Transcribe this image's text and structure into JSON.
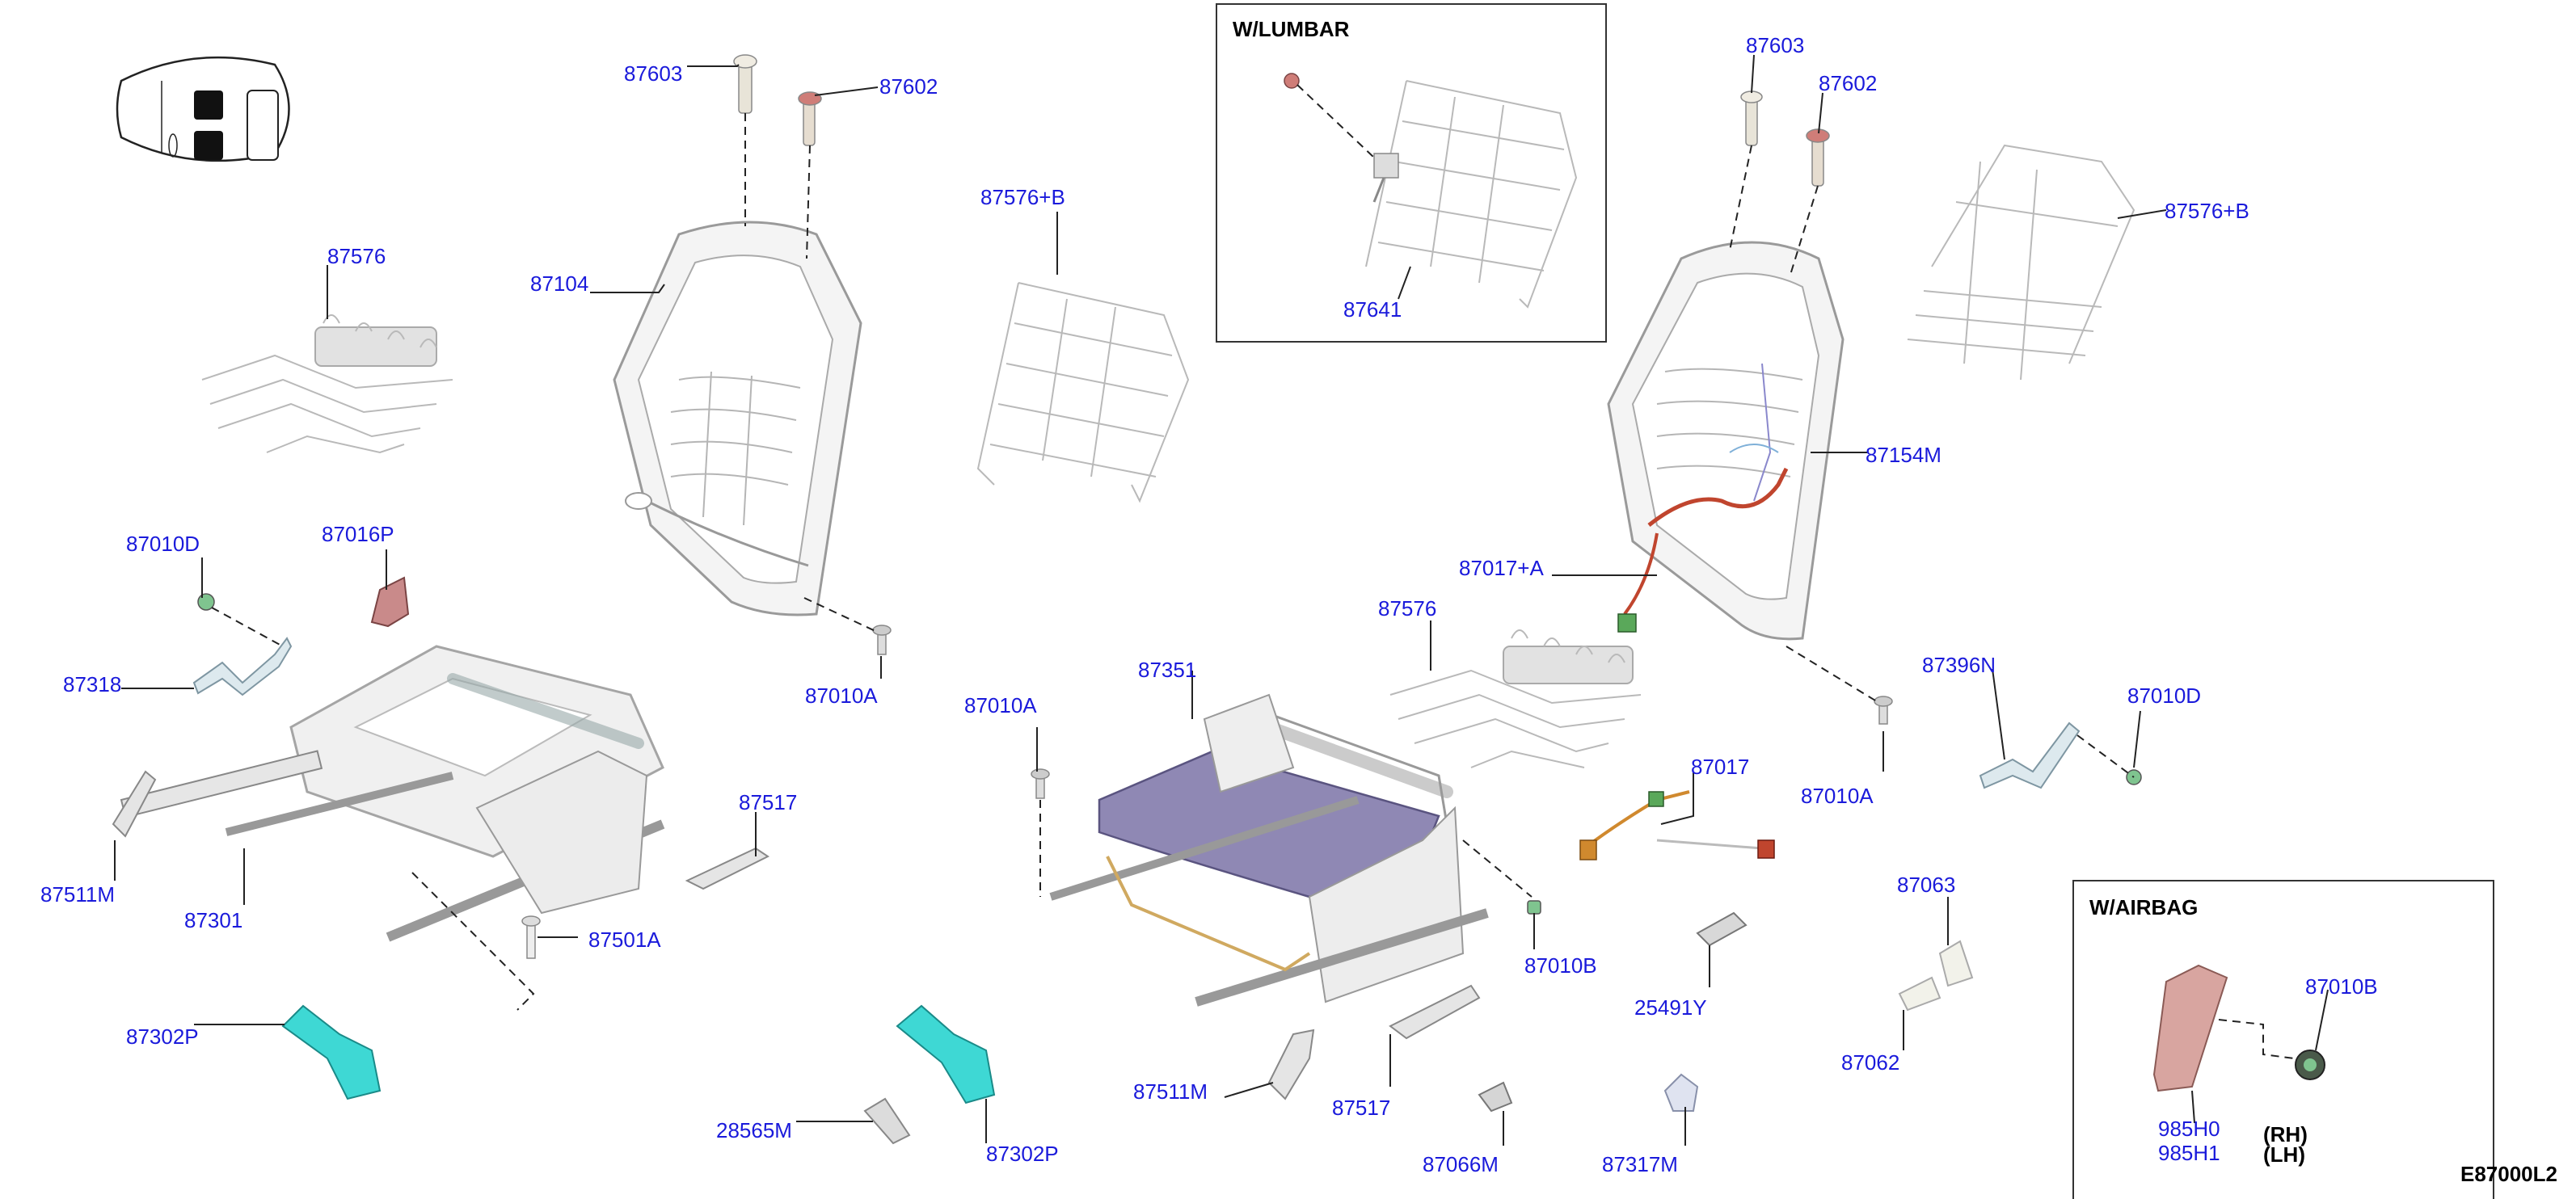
{
  "figure_code": "E87000L2",
  "insets": {
    "lumbar": {
      "title": "W/LUMBAR"
    },
    "airbag": {
      "title": "W/AIRBAG",
      "side_rh": "(RH)",
      "side_lh": "(LH)"
    }
  },
  "callouts": [
    "87603",
    "87602",
    "87104",
    "87576",
    "87576+B",
    "87010D",
    "87016P",
    "87318",
    "87010A",
    "87511M",
    "87301",
    "87517",
    "87501A",
    "87302P",
    "28565M",
    "87302P",
    "87641",
    "87603",
    "87602",
    "87576+B",
    "87154M",
    "87017+A",
    "87576",
    "87351",
    "87010A",
    "87017",
    "87010A",
    "87396N",
    "87010D",
    "87010B",
    "25491Y",
    "87063",
    "87062",
    "87511M",
    "87517",
    "87066M",
    "87317M",
    "87010B",
    "985H0",
    "985H1"
  ],
  "colors": {
    "callout": "#1a1adb",
    "cushion_pan": "#8f88b4",
    "bracket_cyan": "#3ed8d4",
    "bracket_pink": "#c98a8a",
    "airbag": "#d8a5a0",
    "harness_red": "#c0452e",
    "harness_orange": "#d0892e"
  }
}
